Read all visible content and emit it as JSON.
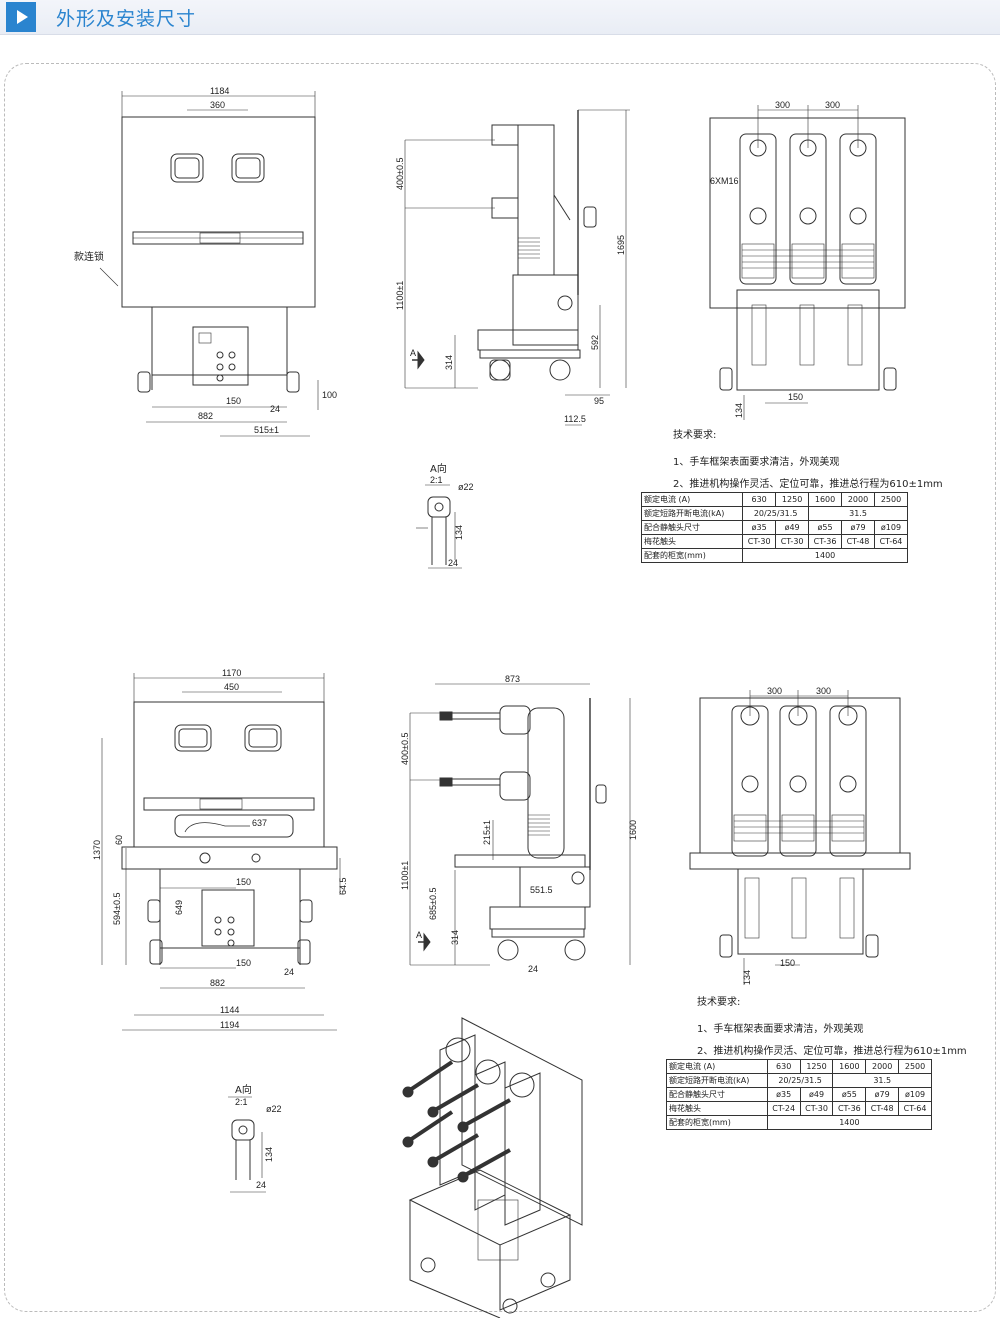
{
  "header": {
    "title": "外形及安装尺寸"
  },
  "top": {
    "front": {
      "d1184": "1184",
      "d360": "360",
      "interlock": "款连锁",
      "d150": "150",
      "d24": "24",
      "d882": "882",
      "d515": "515±1",
      "d100": "100"
    },
    "side": {
      "d400": "400±0.5",
      "d1100": "1100±1",
      "d1695": "1695",
      "d314": "314",
      "d592": "592",
      "d95": "95",
      "d112": "112.5",
      "arrowA": "A"
    },
    "rear": {
      "d300a": "300",
      "d300b": "300",
      "m16": "6XM16",
      "d150": "150",
      "d134": "134"
    },
    "detail": {
      "title": "A向",
      "scale": "2:1",
      "d22": "ø22",
      "d134": "134",
      "d24": "24"
    },
    "notes": {
      "title": "技术要求:",
      "n1": "1、手车框架表面要求清洁，外观美观",
      "n2": "2、推进机构操作灵活、定位可靠，推进总行程为610±1mm"
    },
    "table": {
      "r1": [
        "额定电流  (A)",
        "630",
        "1250",
        "1600",
        "2000",
        "2500"
      ],
      "r2": [
        "额定短路开断电流(kA)",
        "20/25/31.5",
        "31.5"
      ],
      "r3": [
        "配合静触头尺寸",
        "ø35",
        "ø49",
        "ø55",
        "ø79",
        "ø109"
      ],
      "r4": [
        "梅花触头",
        "CT-30",
        "CT-30",
        "CT-36",
        "CT-48",
        "CT-64"
      ],
      "r5": [
        "配套的柜宽(mm)",
        "1400"
      ]
    }
  },
  "bottom": {
    "front": {
      "d1170": "1170",
      "d450": "450",
      "d637": "637",
      "d1370": "1370",
      "d60": "60",
      "d594": "594±0.5",
      "d649": "649",
      "d150a": "150",
      "d150b": "150",
      "d24": "24",
      "d882": "882",
      "d645": "64.5",
      "d1144": "1144",
      "d1194": "1194"
    },
    "side": {
      "d873": "873",
      "d400": "400±0.5",
      "d1100": "1100±1",
      "d215": "215±1",
      "d685": "685±0.5",
      "d551": "551.5",
      "d314": "314",
      "d1600": "1600",
      "d24": "24",
      "arrowA": "A"
    },
    "rear": {
      "d300a": "300",
      "d300b": "300",
      "d150": "150",
      "d134": "134"
    },
    "detail": {
      "title": "A向",
      "scale": "2:1",
      "d22": "ø22",
      "d134": "134",
      "d24": "24"
    },
    "notes": {
      "title": "技术要求:",
      "n1": "1、手车框架表面要求清洁，外观美观",
      "n2": "2、推进机构操作灵活、定位可靠，推进总行程为610±1mm"
    },
    "table": {
      "r1": [
        "额定电流  (A)",
        "630",
        "1250",
        "1600",
        "2000",
        "2500"
      ],
      "r2": [
        "额定短路开断电流(kA)",
        "20/25/31.5",
        "31.5"
      ],
      "r3": [
        "配合静触头尺寸",
        "ø35",
        "ø49",
        "ø55",
        "ø79",
        "ø109"
      ],
      "r4": [
        "梅花触头",
        "CT-24",
        "CT-30",
        "CT-36",
        "CT-48",
        "CT-64"
      ],
      "r5": [
        "配套的柜宽(mm)",
        "1400"
      ]
    }
  }
}
